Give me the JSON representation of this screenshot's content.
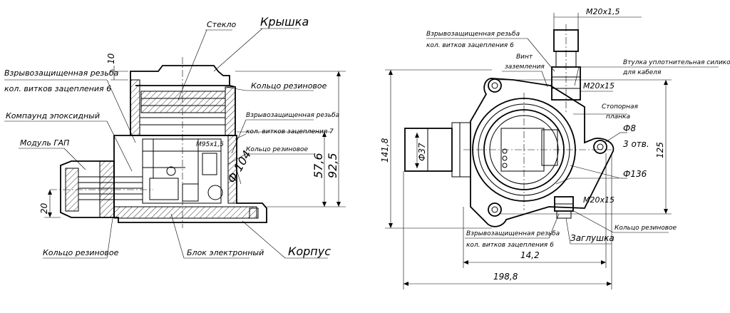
{
  "left_view": {
    "labels": {
      "steklo": "Стекло",
      "kryshka": "Крышка",
      "thread_top_1": "Взрывозащищенная резьба",
      "thread_top_2": "кол. витков зацепления 6",
      "kompaund": "Компаунд эпоксидный",
      "modul": "Модуль ГАП",
      "ring_top": "Кольцо резиновое",
      "thread_mid_1": "Взрывозащищенная резьба",
      "thread_mid_2": "кол. витков зацепления 7",
      "ring_mid": "Кольцо резиновое",
      "ring_bottom": "Кольцо резиновое",
      "blok": "Блок электронный",
      "korpus": "Корпус"
    },
    "dims": {
      "d10": "10",
      "d20": "20",
      "m95": "М95х1,5",
      "phi104": "Ф 104",
      "d576": "57,6",
      "d925": "92,5"
    }
  },
  "right_view": {
    "labels": {
      "thread_top_1": "Взрывозащищенная резьба",
      "thread_top_2": "кол. витков зацепления 6",
      "vint_1": "Винт",
      "vint_2": "заземления",
      "vtulka_1": "Втулка уплотнительная силиконовая",
      "vtulka_2": "для кабеля",
      "planka_1": "Стопорная",
      "planka_2": "планка",
      "holes": "3 отв.",
      "thread_bot_1": "Взрывозащищенная резьба",
      "thread_bot_2": "кол. витков зацепления 6",
      "zaglushka": "Заглушка",
      "ring": "Кольцо резиновое"
    },
    "dims": {
      "m20_top": "М20х1,5",
      "m20_mid": "М20х15",
      "m20_bot": "М20х15",
      "phi37": "Ф37",
      "phi8": "Ф8",
      "phi136": "Ф136",
      "d1418": "141,8",
      "d125": "125",
      "d142": "14,2",
      "d1988": "198,8"
    }
  }
}
